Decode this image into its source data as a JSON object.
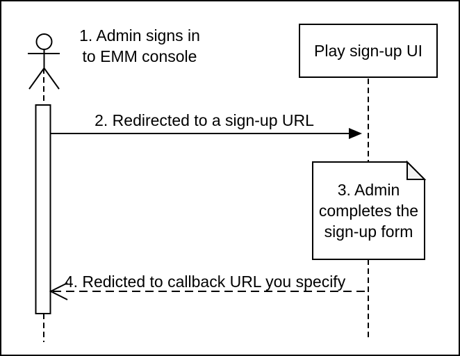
{
  "diagram_type": "sequence-diagram",
  "participants": {
    "actor": {
      "kind": "person",
      "label": ""
    },
    "play_signup_ui": {
      "kind": "box",
      "label": "Play sign-up UI"
    }
  },
  "steps": [
    {
      "num": 1,
      "kind": "annotation",
      "text": "1. Admin signs in\nto EMM console"
    },
    {
      "num": 2,
      "kind": "message",
      "line": "solid",
      "arrowhead": "filled",
      "from": "actor",
      "to": "play_signup_ui",
      "text": "2. Redirected to a sign-up URL"
    },
    {
      "num": 3,
      "kind": "note",
      "text": "3. Admin\ncompletes the\nsign-up form"
    },
    {
      "num": 4,
      "kind": "message",
      "line": "dashed",
      "arrowhead": "open",
      "from": "play_signup_ui",
      "to": "actor",
      "text": "4. Redicted to callback URL you specify"
    }
  ],
  "colors": {
    "stroke": "#000000",
    "fill": "#ffffff",
    "note_fold": "#f2f2f2",
    "background": "#ffffff"
  }
}
